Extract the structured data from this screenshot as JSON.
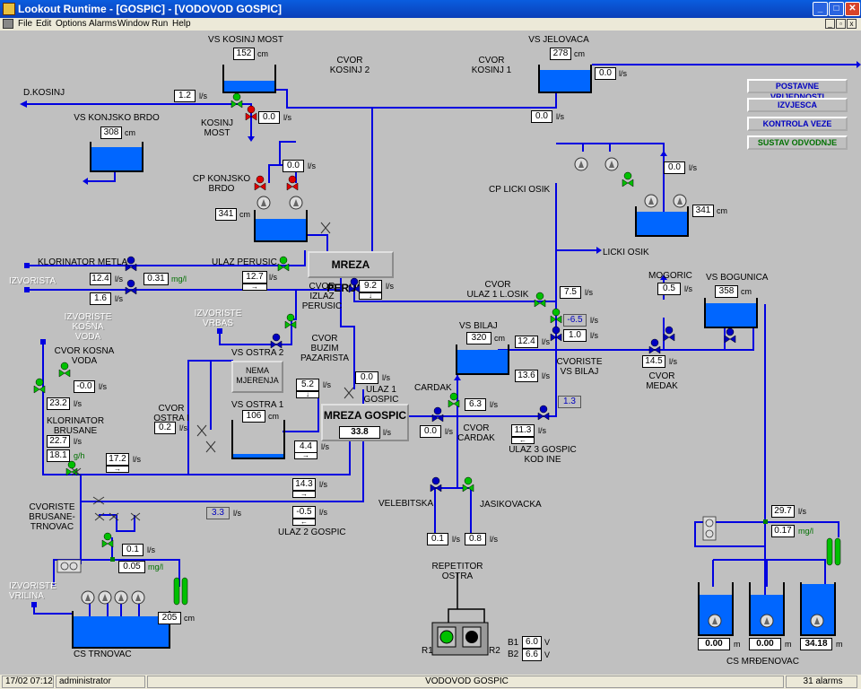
{
  "window": {
    "title": "Lookout Runtime - [GOSPIC] - [VODOVOD GOSPIC]"
  },
  "menu": [
    "File",
    "Edit",
    "Options",
    "Alarms",
    "Window",
    "Run",
    "Help"
  ],
  "buttons": {
    "postavne": "POSTAVNE VRIJEDNOSTI",
    "izvjesca": "IZVJESCA",
    "kontrola": "KONTROLA VEZE",
    "sustav": "SUSTAV ODVODNJE"
  },
  "labels": {
    "vs_kosinj_most": "VS KOSINJ MOST",
    "cvor_kosinj2": "CVOR\nKOSINJ 2",
    "cvor_kosinj1": "CVOR\nKOSINJ 1",
    "vs_jelovaca": "VS JELOVACA",
    "d_kosinj": "D.KOSINJ",
    "vs_konjsko_brdo": "VS KONJSKO BRDO",
    "kosinj_most": "KOSINJ\nMOST",
    "cp_konjsko_brdo": "CP KONJSKO\nBRDO",
    "cp_licki_osik": "CP LICKI OSIK",
    "licki_osik": "LICKI OSIK",
    "klorinator_metla": "KLORINATOR METLA",
    "ulaz_perusic": "ULAZ PERUSIC",
    "izvorista": "IZVORISTA",
    "mreza_perusic": "MREZA PERUSIC",
    "cvor_izlaz_perusic": "CVOR\nIZLAZ\nPERUSIC",
    "cvor_ulaz1_losik": "CVOR\nULAZ 1 L.OSIK",
    "mogoric": "MOGORIC",
    "vs_bogunica": "VS BOGUNICA",
    "izvoriste_kosna": "IZVORISTE\nKOŠNA\nVODA",
    "izvoriste_vrbas": "IZVORISTE\nVRBAS",
    "cvor_kosna": "CVOR KOSNA\nVODA",
    "vs_ostra2": "VS OSTRA 2",
    "cvor_buzim": "CVOR\nBUZIM\nPAZARISTA",
    "vs_bilaj": "VS BILAJ",
    "cvoriste_vs_bilaj": "CVORISTE\nVS BILAJ",
    "cvor_medak": "CVOR\nMEDAK",
    "nema_mjerenja": "NEMA\nMJERENJA",
    "klorinator_brusane": "KLORINATOR\nBRUSANE",
    "cvor_ostra1": "CVOR\nOSTRA I",
    "vs_ostra1": "VS OSTRA 1",
    "ulaz1_gospic": "ULAZ 1\nGOSPIC",
    "cardak": "CARDAK",
    "mreza_gospic": "MREZA GOSPIC",
    "cvor_cardak": "CVOR\nCARDAK",
    "ulaz3_gospic": "ULAZ 3 GOSPIC\nKOD INE",
    "cvoriste_brusane": "CVORISTE\nBRUSANE-TRNOVAC",
    "ulaz2_gospic": "ULAZ 2 GOSPIC",
    "velebitska": "VELEBITSKA",
    "jasikovacka": "JASIKOVACKA",
    "izvoriste_vrilina": "IZVORISTE\nVRILINA",
    "repetitor_ostra": "REPETITOR\nOSTRA",
    "cs_trnovac": "CS TRNOVAC",
    "cs_mrdenovac": "CS MRĐENOVAC",
    "r1": "R1",
    "r2": "R2",
    "b1": "B1",
    "b2": "B2"
  },
  "values": {
    "kosinj_most_lvl": "152",
    "jelovaca_lvl": "278",
    "jelovaca_flow": "0.0",
    "dkosinj_flow": "1.2",
    "kosinj_most_flow": "0.0",
    "kosinj1_flow": "0.0",
    "konjsko_brdo_lvl": "308",
    "cp_konjsko_flow": "0.0",
    "cp_konjsko_lvl": "341",
    "cp_licki_flow": "0.0",
    "cp_licki_lvl": "341",
    "metla_flow1": "12.4",
    "metla_chlor": "0.31",
    "izvorista_flow": "1.6",
    "ulaz_perusic_flow": "12.7",
    "izlaz_perusic_flow": "9.2",
    "ulaz1_losik_flow": "7.5",
    "losik_b": "-6.5",
    "losik_c": "1.0",
    "bilaj_lvl": "320",
    "bilaj_flow": "12.4",
    "bilaj_flow2": "13.6",
    "bilaj_flow3": "1.3",
    "mogoric_flow": "0.5",
    "bogunica_lvl": "358",
    "medak_flow": "14.5",
    "kosna_flow": "-0.0",
    "buzim_flow": "5.2",
    "ulaz1_gospic_flow": "0.0",
    "brusane_a": "23.2",
    "brusane_b": "22.7",
    "brusane_chlor": "18.1",
    "ostra1_flow": "0.2",
    "ostra1_lvl": "106",
    "ostra1_out": "4.4",
    "cardak_flow": "6.3",
    "cardak_b": "0.0",
    "mreza_gospic": "33.8",
    "ulaz3_flow": "11.3",
    "trnovac_a": "17.2",
    "gospic_a": "14.3",
    "gospic_b": "3.3",
    "ulaz2_flow": "-0.5",
    "velebitska_flow": "0.1",
    "jasikovacka_flow": "0.8",
    "trnovac_flow": "0.1",
    "trnovac_chlor": "0.05",
    "trnovac_lvl": "205",
    "mrdenovac_flow": "29.7",
    "mrdenovac_chlor": "0.17",
    "mrd_lvl1": "0.00",
    "mrd_lvl2": "0.00",
    "mrd_lvl3": "34.18",
    "b1_val": "6.0",
    "b2_val": "6.6"
  },
  "units": {
    "cm": "cm",
    "ls": "l/s",
    "mgl": "mg/l",
    "gh": "g/h",
    "m": "m",
    "v": "V"
  },
  "status": {
    "datetime": "17/02 07:12",
    "user": "administrator",
    "screen": "VODOVOD GOSPIC",
    "alarms": "31 alarms"
  },
  "colors": {
    "pipe": "#0000e0",
    "water": "#0066ff",
    "valve_on": "#00c000",
    "valve_off": "#e00000",
    "valve_blue": "#0000c0"
  }
}
